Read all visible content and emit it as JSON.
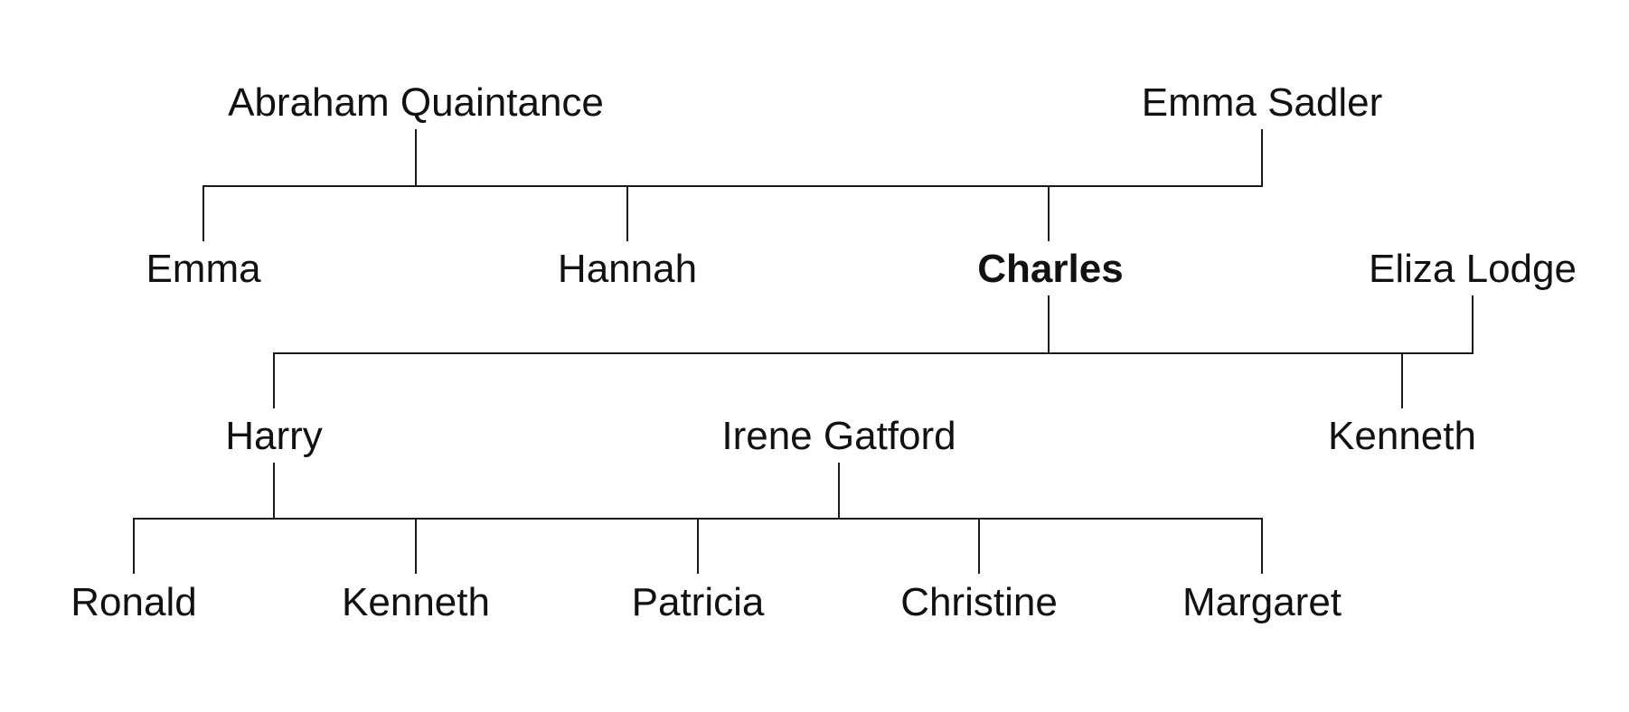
{
  "people": {
    "abraham_quintance": "Abraham Quaintance",
    "emma_sadler": "Emma Sadler",
    "emma": "Emma",
    "hannah": "Hannah",
    "charles": "Charles",
    "eliza_lodge": "Eliza Lodge",
    "harry": "Harry",
    "irene_gatford": "Irene Gatford",
    "kenneth_son": "Kenneth",
    "ronald": "Ronald",
    "kenneth_grandson": "Kenneth",
    "patricia": "Patricia",
    "christine": "Christine",
    "margaret": "Margaret"
  },
  "highlighted": "Charles"
}
